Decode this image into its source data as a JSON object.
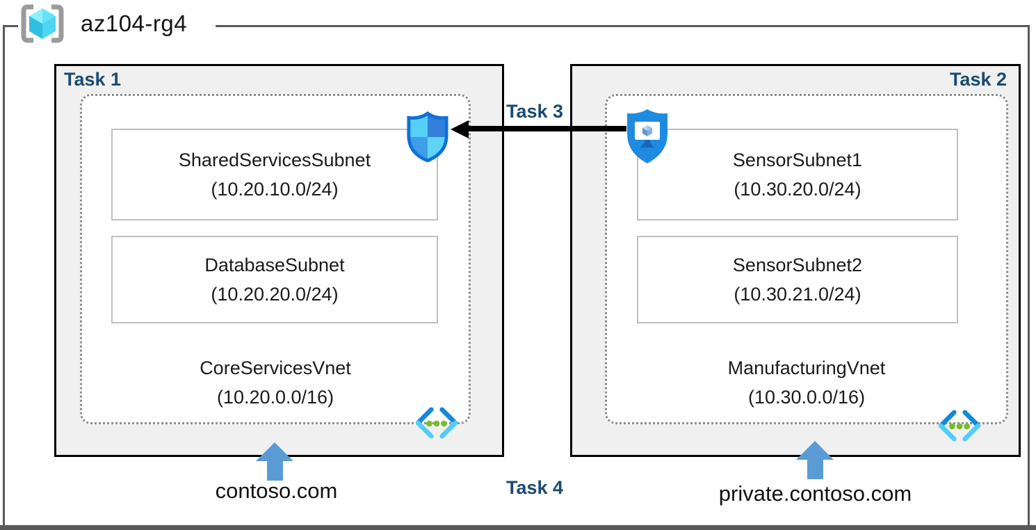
{
  "resource_group": {
    "name": "az104-rg4",
    "icon": "resource-group-icon"
  },
  "left_panel": {
    "task_label": "Task 1",
    "subnets": [
      {
        "name": "SharedServicesSubnet",
        "cidr": "(10.20.10.0/24)"
      },
      {
        "name": "DatabaseSubnet",
        "cidr": "(10.20.20.0/24)"
      }
    ],
    "vnet": {
      "name": "CoreServicesVnet",
      "cidr": "(10.20.0.0/16)"
    },
    "dns_zone": "contoso.com",
    "icons": [
      "network-security-shield-icon",
      "virtual-network-icon",
      "up-arrow"
    ]
  },
  "right_panel": {
    "task_label": "Task 2",
    "subnets": [
      {
        "name": "SensorSubnet1",
        "cidr": "(10.30.20.0/24)"
      },
      {
        "name": "SensorSubnet2",
        "cidr": "(10.30.21.0/24)"
      }
    ],
    "vnet": {
      "name": "ManufacturingVnet",
      "cidr": "(10.30.0.0/16)"
    },
    "dns_zone": "private.contoso.com",
    "icons": [
      "bastion-shield-icon",
      "virtual-network-icon",
      "up-arrow"
    ]
  },
  "annotations": {
    "task3_label": "Task 3",
    "task4_label": "Task 4"
  },
  "colors": {
    "task_label_navy": "#1b4a72",
    "dns_arrow_blue": "#5b9bd5",
    "connection_arrow_black": "#000000",
    "panel_fill": "#f0f0f0",
    "frame_gray": "#595959",
    "vnet_dot_green": "#76bc2d",
    "shield_outline_blue": "#1070d6",
    "bastion_fill_blue": "#1f8be0"
  }
}
